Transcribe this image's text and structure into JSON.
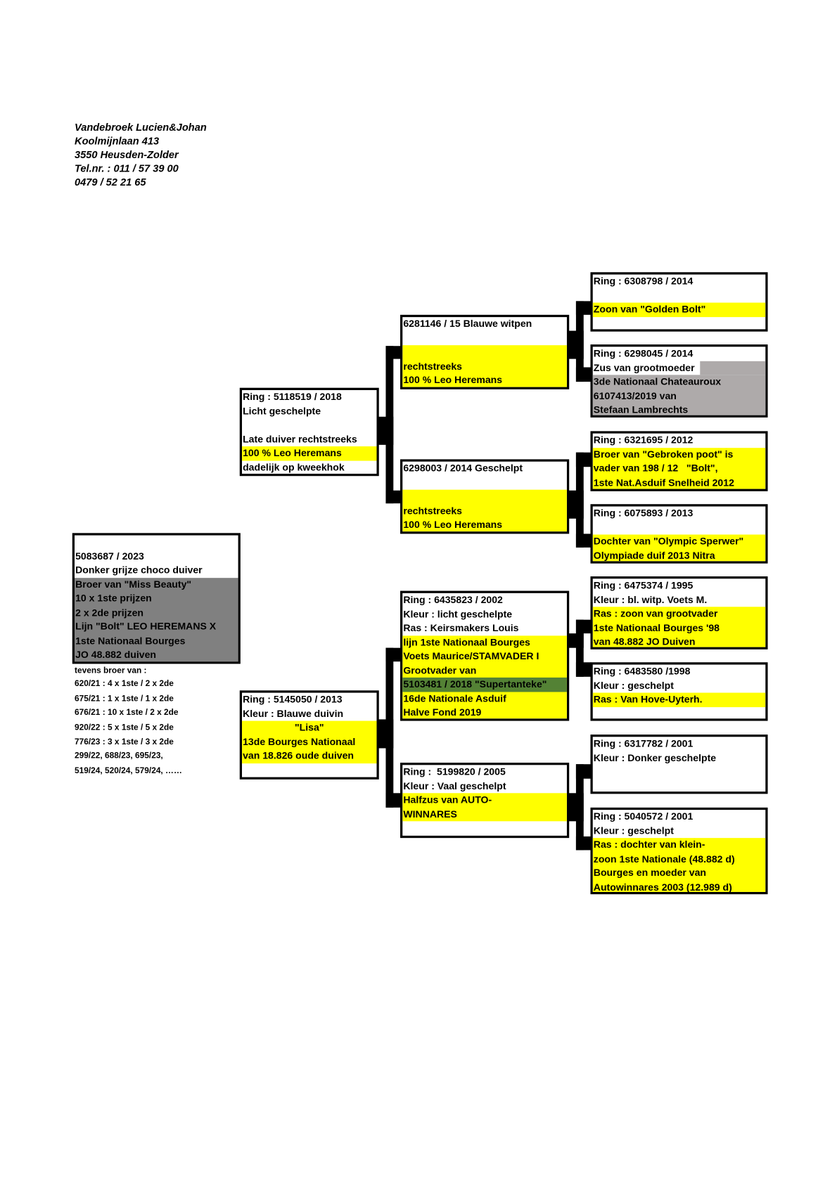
{
  "breeder": {
    "name": "Vandebroek Lucien&Johan",
    "address": "Koolmijnlaan 413",
    "city": "3550 Heusden-Zolder",
    "phone": "Tel.nr. : 011 / 57 39 00",
    "mobile": "0479 / 52 21 65"
  },
  "colors": {
    "highlight": "#ffff00",
    "subject_shade": "#808080",
    "note_shade": "#aeaaaa",
    "accent_green": "#548235",
    "border": "#000000"
  },
  "subject": {
    "ring": "5083687 / 2023",
    "description": "Donker grijze choco duiver",
    "notes": [
      "Broer van \"Miss Beauty\"",
      "10 x 1ste prijzen",
      "2 x 2de prijzen",
      "Lijn \"Bolt\" LEO HEREMANS X",
      "1ste Nationaal Bourges",
      "JO 48.882 duiven"
    ],
    "siblings_heading": "tevens broer van :",
    "siblings": [
      "620/21 : 4 x 1ste / 2 x 2de",
      "675/21 : 1 x 1ste / 1 x 2de",
      "676/21 : 10 x 1ste / 2 x 2de",
      "920/22 : 5 x 1ste / 5 x 2de",
      "776/23 : 3 x 1ste / 3 x 2de",
      "299/22, 688/23, 695/23,",
      "519/24, 520/24, 579/24, ……"
    ]
  },
  "pedigree": {
    "sire": {
      "lines": [
        "Ring : 5118519 / 2018",
        "Licht geschelpte",
        "Late duiver rechtstreeks",
        "100 % Leo Heremans",
        "dadelijk op kweekhok"
      ]
    },
    "dam": {
      "lines": [
        "Ring : 5145050 / 2013",
        "Kleur : Blauwe duivin",
        "\"Lisa\"",
        "13de Bourges Nationaal",
        "van 18.826 oude duiven"
      ]
    },
    "sire_sire": {
      "lines": [
        "6281146 / 15 Blauwe witpen",
        "rechtstreeks",
        "100 % Leo Heremans"
      ]
    },
    "sire_dam": {
      "lines": [
        "6298003 / 2014 Geschelpt",
        "rechtstreeks",
        "100 % Leo Heremans"
      ]
    },
    "dam_sire": {
      "lines": [
        "Ring : 6435823 / 2002",
        "Kleur : licht geschelpte",
        "Ras : Keirsmakers Louis",
        "lijn 1ste Nationaal Bourges",
        "Voets Maurice/STAMVADER I",
        "Grootvader van",
        "5103481 / 2018 \"Supertanteke\"",
        "16de Nationale Asduif",
        "Halve Fond 2019"
      ]
    },
    "dam_dam": {
      "lines": [
        "Ring :  5199820 / 2005",
        "Kleur : Vaal geschelpt",
        "Halfzus van AUTO-",
        "WINNARES"
      ]
    },
    "sire_sire_sire": {
      "lines": [
        "Ring : 6308798 / 2014",
        "Zoon van \"Golden Bolt\""
      ]
    },
    "sire_sire_dam": {
      "lines": [
        "Ring : 6298045 / 2014",
        "Zus van grootmoeder",
        "3de Nationaal Chateauroux",
        "6107413/2019 van",
        "Stefaan Lambrechts"
      ]
    },
    "sire_dam_sire": {
      "lines": [
        "Ring : 6321695 / 2012",
        "Broer van \"Gebroken poot\" is",
        "vader van 198 / 12   \"Bolt\",",
        "1ste Nat.Asduif Snelheid 2012"
      ]
    },
    "sire_dam_dam": {
      "lines": [
        "Ring : 6075893 / 2013",
        "Dochter van \"Olympic Sperwer\"",
        "Olympiade duif 2013 Nitra"
      ]
    },
    "dam_sire_sire": {
      "lines": [
        "Ring : 6475374 / 1995",
        "Kleur : bl. witp. Voets M.",
        "Ras : zoon van grootvader",
        "1ste Nationaal Bourges '98",
        "van 48.882 JO Duiven"
      ]
    },
    "dam_sire_dam": {
      "lines": [
        "Ring : 6483580 /1998",
        "Kleur : geschelpt",
        "Ras : Van Hove-Uyterh."
      ]
    },
    "dam_dam_sire": {
      "lines": [
        "Ring : 6317782 / 2001",
        "Kleur : Donker geschelpte"
      ]
    },
    "dam_dam_dam": {
      "lines": [
        "Ring : 5040572 / 2001",
        "Kleur : geschelpt",
        "Ras : dochter van klein-",
        "zoon 1ste Nationale (48.882 d)",
        "Bourges en moeder van",
        "Autowinnares 2003 (12.989 d)"
      ]
    }
  }
}
